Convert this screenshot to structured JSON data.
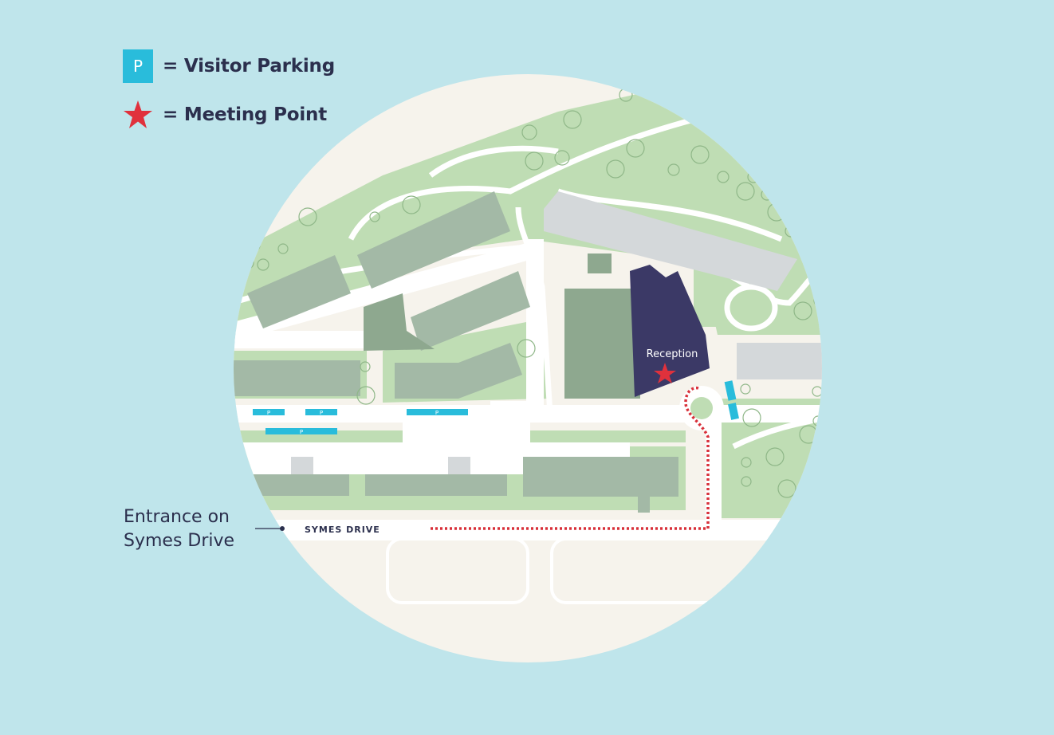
{
  "legend": {
    "parking_symbol": "P",
    "parking_label": "= Visitor Parking",
    "meeting_label": "= Meeting Point"
  },
  "map": {
    "building_label": "Reception",
    "road_label": "SYMES DRIVE",
    "parking_symbol": "P",
    "entrance_line1": "Entrance on",
    "entrance_line2": "Symes Drive"
  },
  "colors": {
    "background": "#bfe5eb",
    "land": "#f6f3ec",
    "grass": "#bfddb4",
    "building": "#a3b9a6",
    "reception": "#3b3966",
    "parking": "#29bcdb",
    "route": "#d8303a",
    "text": "#2b2f4d"
  },
  "icons": [
    "parking-icon",
    "star-icon",
    "tree-icon"
  ]
}
